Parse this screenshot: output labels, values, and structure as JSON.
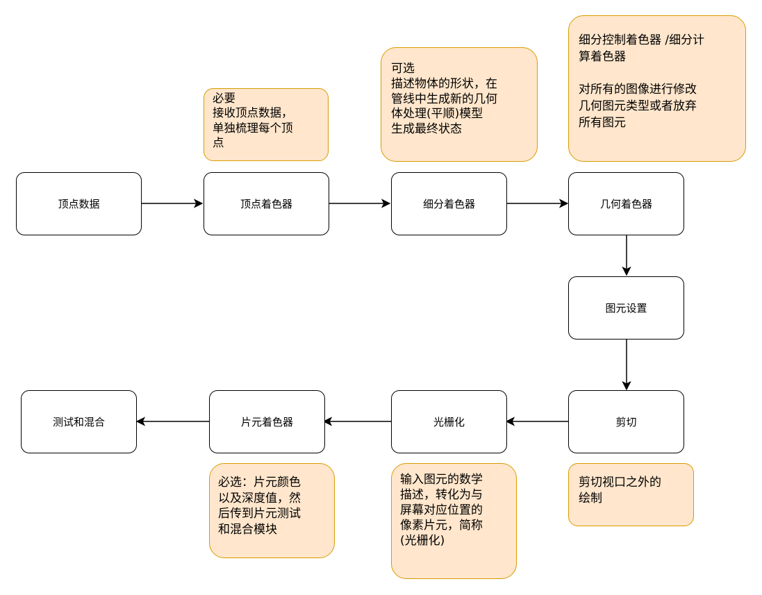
{
  "nodes": {
    "vertex_data": "顶点数据",
    "vertex_shader": "顶点着色器",
    "tessellation_shader": "细分着色器",
    "geometry_shader": "几何着色器",
    "primitive_setup": "图元设置",
    "clipping": "剪切",
    "rasterization": "光栅化",
    "fragment_shader": "片元着色器",
    "test_and_blend": "测试和混合"
  },
  "notes": {
    "vertex_shader": "必要\n接收顶点数据，\n单独梳理每个顶\n点",
    "tessellation_shader": "可选\n描述物体的形状，在\n管线中生成新的几何\n体处理(平顺)模型\n生成最终状态",
    "geometry_shader": "细分控制着色器 /细分计\n算着色器\n\n对所有的图像进行修改\n几何图元类型或者放弃\n所有图元",
    "clipping": "剪切视口之外的\n绘制",
    "rasterization": "输入图元的数学\n描述，转化为与\n屏幕对应位置的\n像素片元，简称\n(光栅化)",
    "fragment_shader": "必选：片元颜色\n以及深度值，然\n后传到片元测试\n和混合模块"
  },
  "colors": {
    "note_fill": "#ffe6cc",
    "note_border": "#d79b00",
    "box_border": "#000000"
  }
}
